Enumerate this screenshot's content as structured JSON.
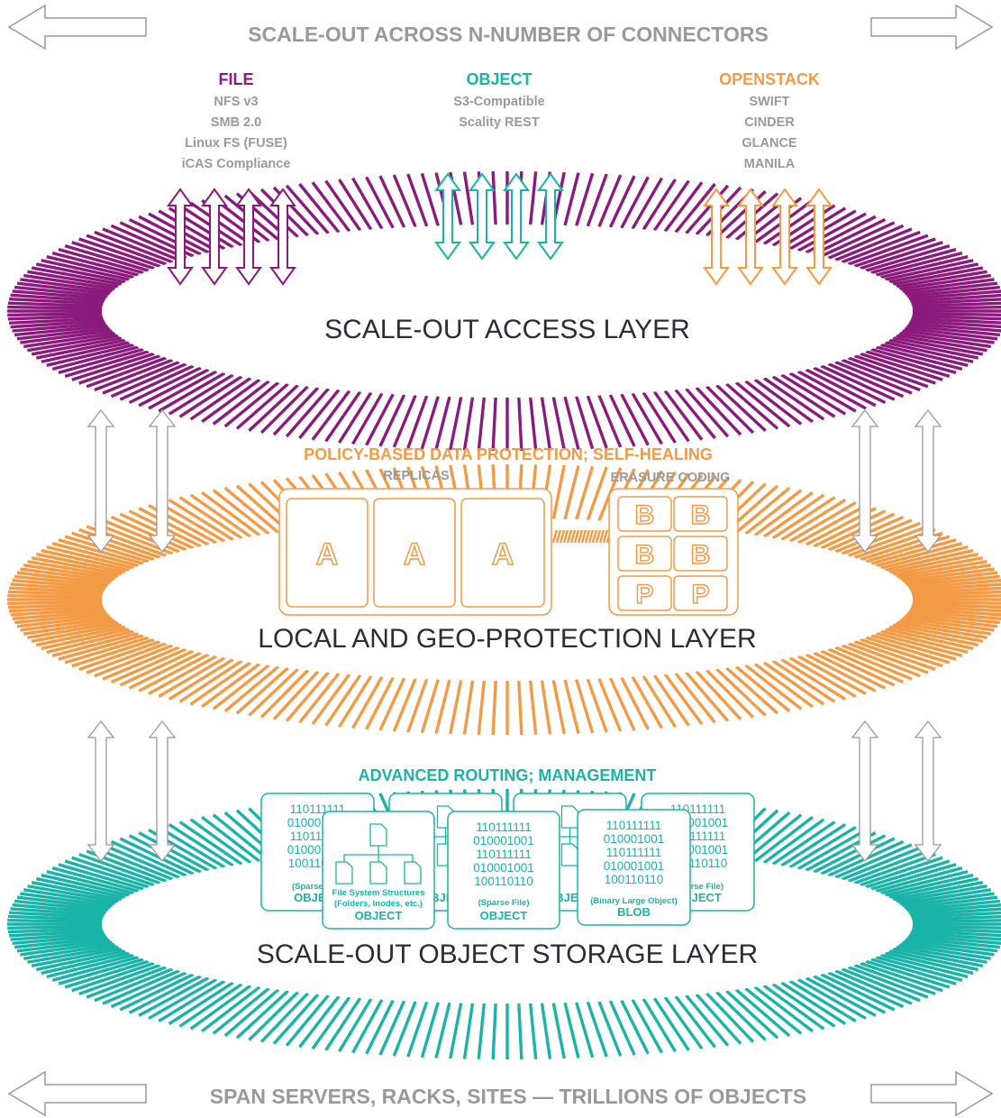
{
  "top_banner": "SCALE-OUT ACROSS N-NUMBER OF CONNECTORS",
  "bottom_banner": "SPAN SERVERS, RACKS, SITES — TRILLIONS OF OBJECTS",
  "colors": {
    "purple": "#8b1a7d",
    "teal": "#19b3a8",
    "orange": "#f39a45",
    "gray": "#999999",
    "dark": "#2b2b3a"
  },
  "connectors": {
    "file": {
      "title": "FILE",
      "items": [
        "NFS v3",
        "SMB 2.0",
        "Linux FS (FUSE)",
        "iCAS Compliance"
      ]
    },
    "object": {
      "title": "OBJECT",
      "items": [
        "S3-Compatible",
        "Scality REST"
      ]
    },
    "openstack": {
      "title": "OPENSTACK",
      "items": [
        "SWIFT",
        "CINDER",
        "GLANCE",
        "MANILA"
      ]
    }
  },
  "layers": {
    "access": "SCALE-OUT ACCESS LAYER",
    "protection": "LOCAL AND GEO-PROTECTION LAYER",
    "storage": "SCALE-OUT OBJECT STORAGE LAYER"
  },
  "protection": {
    "heading": "POLICY-BASED DATA PROTECTION; SELF-HEALING",
    "replicas_label": "REPLICAS",
    "erasure_label": "ERASURE CODING",
    "replica_letter": "A",
    "ec_letters": [
      "B",
      "B",
      "B",
      "B",
      "P",
      "P"
    ]
  },
  "routing": {
    "heading": "ADVANCED ROUTING; MANAGEMENT",
    "binary_lines": [
      "110111111",
      "010001001",
      "110111111",
      "010001001",
      "100110110"
    ],
    "back_cards": [
      {
        "caption": "(Sparse File)",
        "title": "OBJECT"
      },
      {
        "caption": "(Sparse File)",
        "title": "OBJECT"
      }
    ],
    "front_cards": [
      {
        "caption": "File System Structures",
        "caption2": "(Folders, Inodes, etc.)",
        "title": "OBJECT"
      },
      {
        "caption": "(Sparse File)",
        "caption2": "",
        "title": "OBJECT"
      },
      {
        "caption": "(Binary Large Object)",
        "caption2": "",
        "title": "BLOB"
      }
    ]
  }
}
